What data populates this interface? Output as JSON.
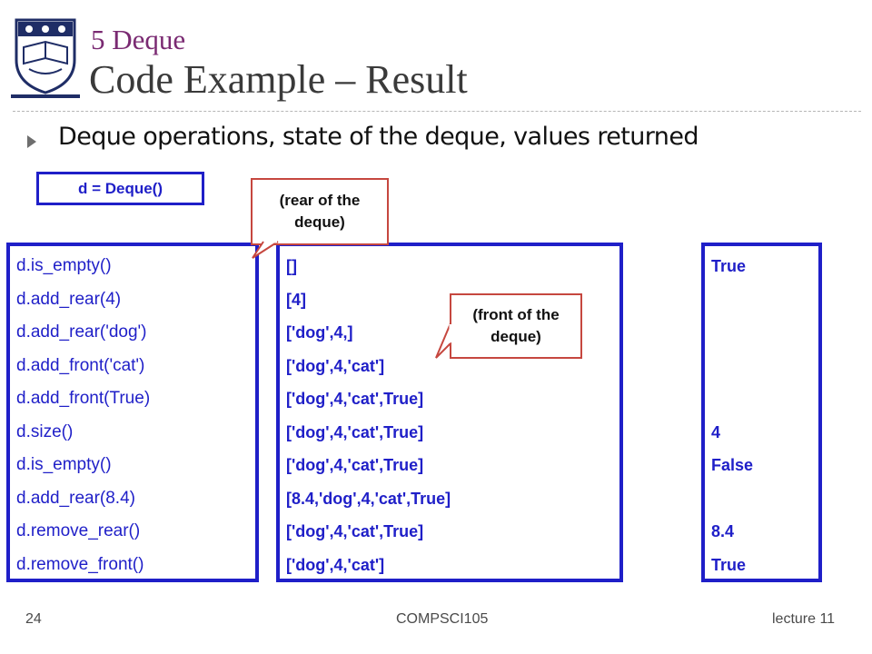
{
  "header": {
    "subtitle": "5 Deque",
    "title": "Code Example – Result"
  },
  "bullet": {
    "text": "Deque operations, state of the deque, values returned"
  },
  "init_code": "d = Deque()",
  "callouts": {
    "rear": "(rear of the deque)",
    "front": "(front of the deque)"
  },
  "operations": [
    "d.is_empty()",
    "d.add_rear(4)",
    "d.add_rear('dog')",
    "d.add_front('cat')",
    "d.add_front(True)",
    "d.size()",
    "d.is_empty()",
    "d.add_rear(8.4)",
    "d.remove_rear()",
    "d.remove_front()"
  ],
  "states": [
    "[]",
    "[4]",
    "['dog',4,]",
    "['dog',4,'cat']",
    "['dog',4,'cat',True]",
    "['dog',4,'cat',True]",
    "['dog',4,'cat',True]",
    "[8.4,'dog',4,'cat',True]",
    "['dog',4,'cat',True]",
    "['dog',4,'cat']"
  ],
  "returns": [
    "True",
    "",
    "",
    "",
    "",
    "4",
    "False",
    "",
    "8.4",
    "True"
  ],
  "footer": {
    "page": "24",
    "course": "COMPSCI105",
    "lecture": "lecture 11"
  },
  "colors": {
    "code_blue": "#1f1fc8",
    "subtitle_purple": "#7a2a72",
    "callout_border": "#c6473f",
    "logo_navy": "#1f2d66"
  },
  "icons": {
    "logo": "university-crest-icon",
    "bullet": "triangle-bullet-icon"
  }
}
